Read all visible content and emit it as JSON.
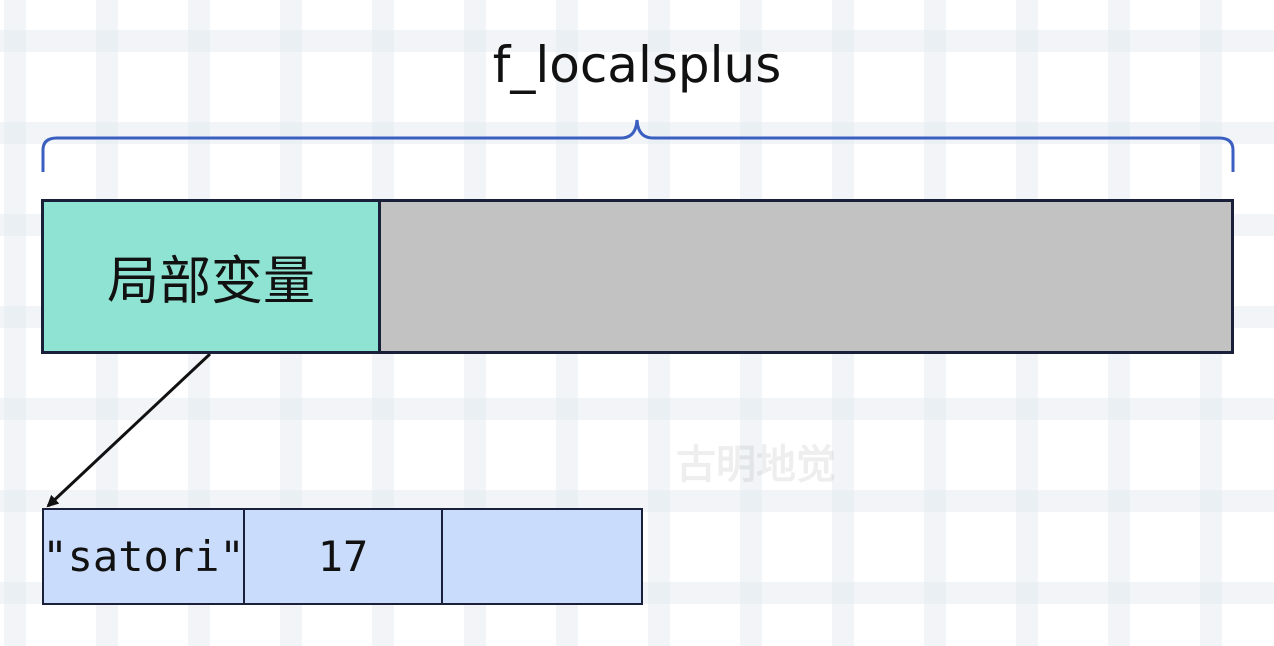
{
  "title": "f_localsplus",
  "segments": {
    "locals_label": "局部变量",
    "rest_label": ""
  },
  "watermark": "古明地觉",
  "variables": [
    "\"satori\"",
    "17",
    ""
  ],
  "colors": {
    "locals": "#8fe3d2",
    "rest": "#c2c2c2",
    "variables": "#c9dcfb",
    "brace": "#3b5fc0",
    "border": "#1a1f3a"
  }
}
